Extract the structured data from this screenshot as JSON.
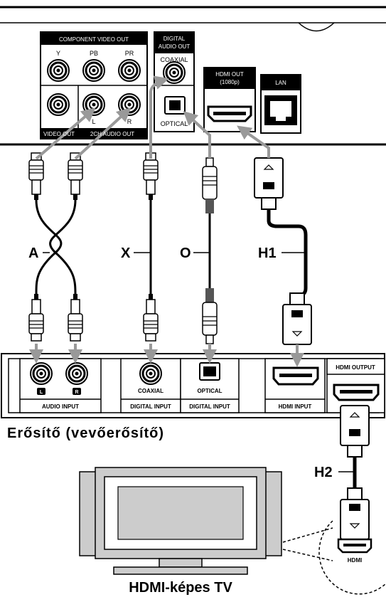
{
  "player": {
    "component_title": "COMPONENT VIDEO OUT",
    "y": "Y",
    "pb": "PB",
    "pr": "PR",
    "video_out": "VIDEO OUT",
    "audio_out": "2CH AUDIO OUT",
    "l": "L",
    "r": "R",
    "digital_audio_out": [
      "DIGITAL",
      "AUDIO OUT"
    ],
    "coaxial": "COAXIAL",
    "optical": "OPTICAL",
    "hdmi_out": [
      "HDMI OUT",
      "(1080p)"
    ],
    "lan": "LAN"
  },
  "cables": {
    "a": "A",
    "x": "X",
    "o": "O",
    "h1": "H1",
    "h2": "H2"
  },
  "amp": {
    "l_badge": "L",
    "r_badge": "R",
    "audio_input": "AUDIO INPUT",
    "coaxial": "COAXIAL",
    "digital_input_1": "DIGITAL INPUT",
    "optical": "OPTICAL",
    "digital_input_2": "DIGITAL INPUT",
    "hdmi_input": "HDMI INPUT",
    "hdmi_output": "HDMI OUTPUT",
    "caption": "Erősítő (vevőerősítő)"
  },
  "tv": {
    "hdmi_port": "HDMI",
    "caption": "HDMI-képes TV"
  }
}
